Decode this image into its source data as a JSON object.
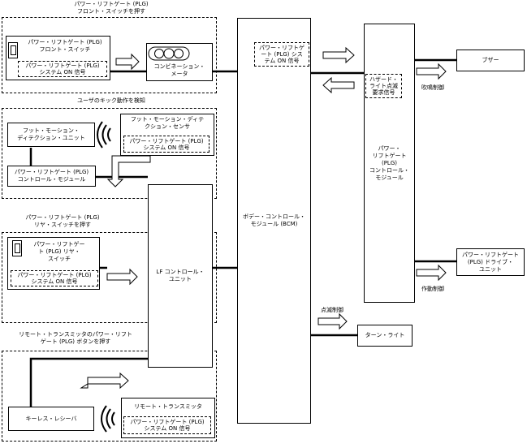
{
  "groups": {
    "front_switch_caption": "パワー・リフトゲート (PLG)\nフロント・スイッチを押す",
    "kick_caption": "ユーザのキック動作を検知",
    "rear_switch_caption": "パワー・リフトゲート (PLG)\nリヤ・スイッチを押す",
    "remote_caption": "リモート・トランスミッタのパワー・リフト\nゲート (PLG) ボタンを押す"
  },
  "boxes": {
    "front_switch": "パワー・リフトゲート (PLG)\nフロント・スイッチ",
    "front_signal": "パワー・リフトゲート (PLG)\nシステム ON 信号",
    "cluster": "コンビネーション・\nメータ",
    "foot_unit": "フット・モーション・\nディテクション・ユニット",
    "foot_sensor": "フット・モーション・ディテ\nクション・センサ",
    "foot_signal": "パワー・リフトゲート (PLG)\nシステム ON 信号",
    "plg_control": "パワー・リフトゲート (PLG)\nコントロール・モジュール",
    "rear_switch": "パワー・リフトゲー\nト (PLG) リヤ・\nスイッチ",
    "rear_signal": "パワー・リフトゲート (PLG)\nシステム ON 信号",
    "lf_control": "LF コントロール・\nユニット",
    "keyless": "キーレス・レシーバ",
    "remote_tx": "リモート・トランスミッタ",
    "remote_signal": "パワー・リフトゲート (PLG)\nシステム ON 信号",
    "bcm": "ボデー・コントロール・\nモジュール (BCM)",
    "bcm_signal": "パワー・リフトゲ\nート (PLG) シス\nテム ON 信号",
    "plg_module": "パワー・\nリフトゲート\n(PLG)\nコントロール・\nモジュール",
    "hazard_signal": "ハザード・\nライト点滅\n要求信号",
    "buzzer": "ブザー",
    "drive_unit": "パワー・リフトゲート\n(PLG) ドライブ・\nユニット",
    "turn_light": "ターン・ライト"
  },
  "labels": {
    "buzzer_control": "吹鳴制御",
    "drive_control": "作動制御",
    "blink_control": "点滅制御"
  },
  "icons": [
    "switch-icon",
    "gauge-cluster-icon",
    "signal-wave-icon",
    "rear-switch-icon",
    "arrow-icon"
  ]
}
